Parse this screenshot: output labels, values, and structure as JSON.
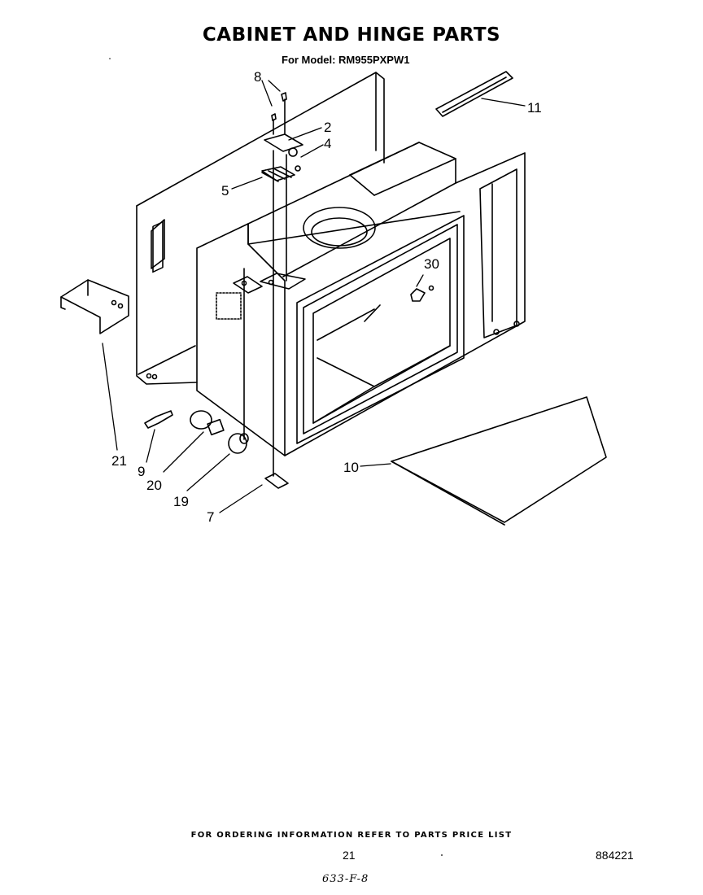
{
  "header": {
    "title": "CABINET AND HINGE PARTS",
    "subtitle": "For Model: RM955PXPW1"
  },
  "callouts": [
    {
      "id": "c8",
      "label": "8"
    },
    {
      "id": "c11",
      "label": "11"
    },
    {
      "id": "c2",
      "label": "2"
    },
    {
      "id": "c4",
      "label": "4"
    },
    {
      "id": "c5",
      "label": "5"
    },
    {
      "id": "c30",
      "label": "30"
    },
    {
      "id": "c21",
      "label": "21"
    },
    {
      "id": "c9",
      "label": "9"
    },
    {
      "id": "c20",
      "label": "20"
    },
    {
      "id": "c19",
      "label": "19"
    },
    {
      "id": "c7",
      "label": "7"
    },
    {
      "id": "c10",
      "label": "10"
    }
  ],
  "footer": {
    "ordering_note": "FOR ORDERING INFORMATION REFER TO PARTS PRICE LIST",
    "page_number": "21",
    "doc_code": "884221",
    "handwritten_note": "633-F-8"
  }
}
